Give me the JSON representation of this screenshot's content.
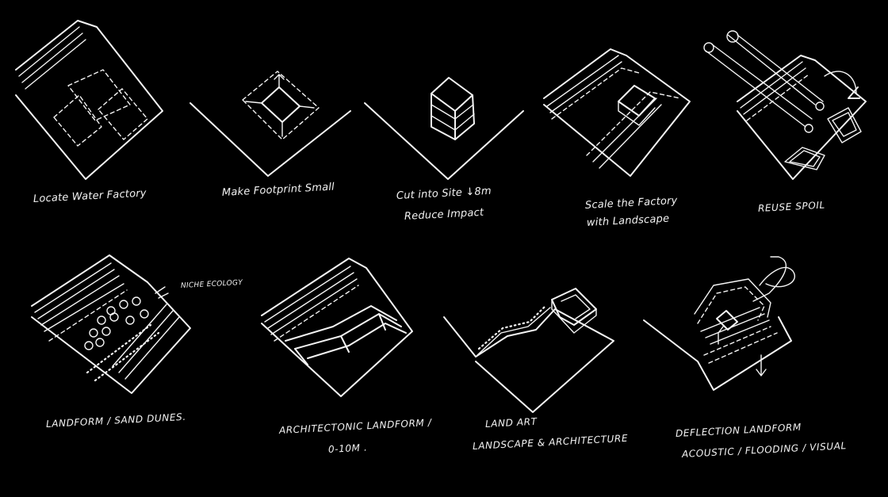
{
  "sketches": [
    {
      "caption": "Locate Water Factory"
    },
    {
      "caption": "Make Footprint Small"
    },
    {
      "caption": "Cut into Site ↓8m",
      "caption2": "Reduce Impact"
    },
    {
      "caption": "Scale the Factory",
      "caption2": "with Landscape"
    },
    {
      "caption": "REUSE SPOIL"
    },
    {
      "caption": "LANDFORM / SAND DUNES.",
      "note": "NICHE ECOLOGY"
    },
    {
      "caption": "ARCHITECTONIC LANDFORM /",
      "caption2": "0-10m ."
    },
    {
      "caption": "LAND ART",
      "caption2": "LANDSCAPE & ARCHITECTURE"
    },
    {
      "caption": "DEFLECTION LANDFORM",
      "caption2": "ACOUSTIC / FLOODING / VISUAL"
    }
  ]
}
